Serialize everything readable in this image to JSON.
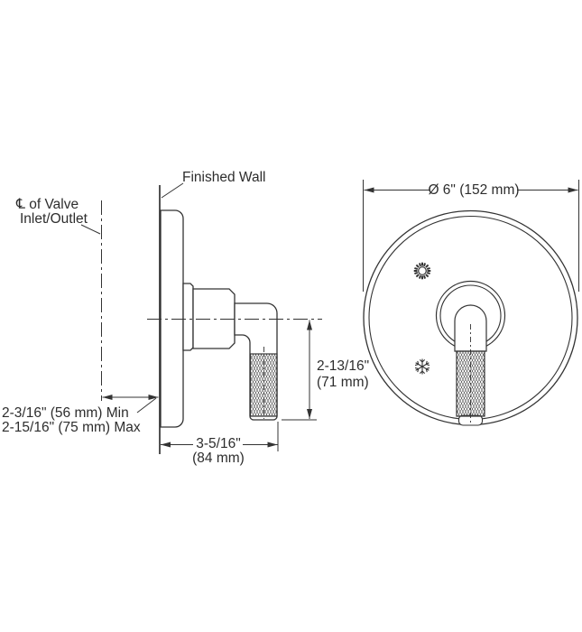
{
  "side_view": {
    "labels": {
      "centerline_l1": "℄ of Valve",
      "centerline_l2": "Inlet/Outlet",
      "finished_wall": "Finished Wall"
    },
    "dimensions": {
      "wall_depth_min": "2-3/16\" (56 mm) Min",
      "wall_depth_max": "2-15/16\" (75 mm) Max",
      "projection_l1": "3-5/16\"",
      "projection_l2": "(84 mm)",
      "handle_drop_l1": "2-13/16\"",
      "handle_drop_l2": "(71 mm)"
    }
  },
  "front_view": {
    "dimensions": {
      "plate_diameter": "Ø 6\" (152 mm)"
    },
    "icons": {
      "hot": "sun-icon",
      "cold": "snowflake-icon"
    }
  },
  "colors": {
    "line": "#333333",
    "background": "#ffffff"
  }
}
